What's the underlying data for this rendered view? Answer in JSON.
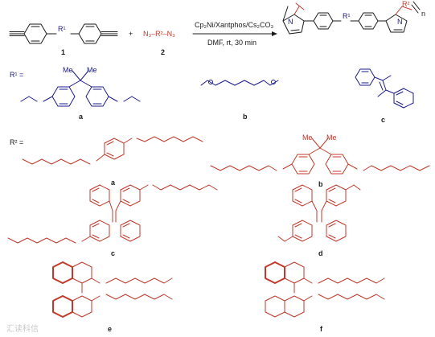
{
  "reaction": {
    "monomer1_label": "1",
    "monomer2_label": "2",
    "plus": "+",
    "reagent2": "N₃–R²–N₃",
    "conditions_top": "Cp₂Ni/Xantphos/Cs₂CO₃",
    "conditions_bottom": "DMF, rt, 30 min",
    "R1_in_monomer": "R¹",
    "R1_in_polymer": "R¹",
    "R2_in_polymer": "R²",
    "n": "n",
    "triazole_n_left": "N",
    "triazole_n_right": "N"
  },
  "r1": {
    "heading": "R¹ =",
    "labels": [
      "a",
      "b",
      "c"
    ],
    "me_label": "Me"
  },
  "r2": {
    "heading": "R² =",
    "labels": [
      "a",
      "b",
      "c",
      "d",
      "e",
      "f"
    ],
    "me_label": "Me"
  },
  "watermark": "汇读科信",
  "colors": {
    "black": "#1a1a1a",
    "blue": "#1a1a8c",
    "red": "#c0392b"
  }
}
